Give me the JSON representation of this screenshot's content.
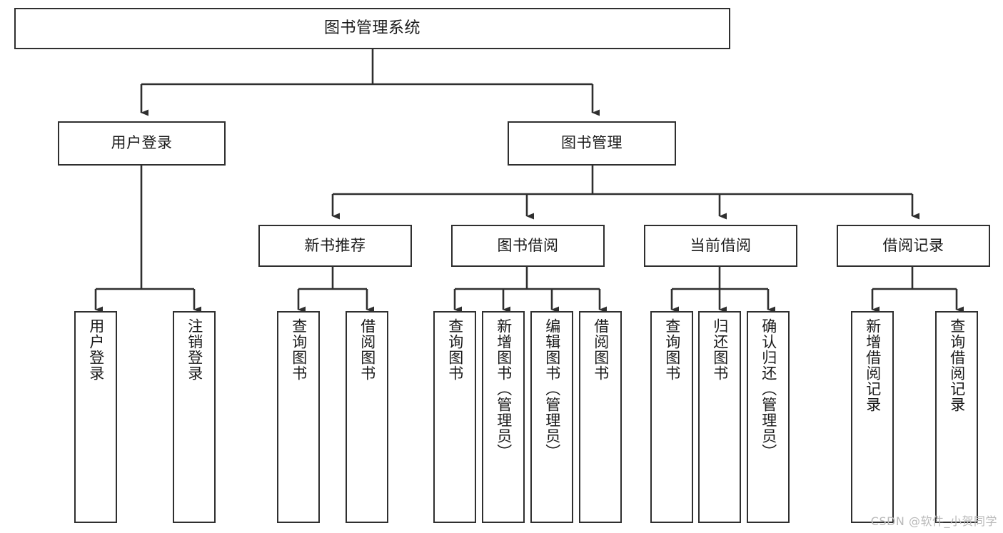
{
  "diagram": {
    "title": "图书管理系统",
    "type": "tree-hierarchy-chart",
    "line_color": "#2f2f2f",
    "box_fill": "#ffffff",
    "text_color": "#1a1a1a"
  },
  "nodes": {
    "root": {
      "label": "图书管理系统"
    },
    "level2": [
      {
        "label": "用户登录"
      },
      {
        "label": "图书管理"
      }
    ],
    "level3": [
      {
        "label": "新书推荐"
      },
      {
        "label": "图书借阅"
      },
      {
        "label": "当前借阅"
      },
      {
        "label": "借阅记录"
      }
    ],
    "leaves": {
      "user_login": [
        {
          "label": "用户登录"
        },
        {
          "label": "注销登录"
        }
      ],
      "new_book_recommend": [
        {
          "label": "查询图书"
        },
        {
          "label": "借阅图书"
        }
      ],
      "book_borrow": [
        {
          "label": "查询图书"
        },
        {
          "label": "新增图书（管理员）"
        },
        {
          "label": "编辑图书（管理员）"
        },
        {
          "label": "借阅图书"
        }
      ],
      "current_borrow": [
        {
          "label": "查询图书"
        },
        {
          "label": "归还图书"
        },
        {
          "label": "确认归还（管理员）"
        }
      ],
      "borrow_record": [
        {
          "label": "新增借阅记录"
        },
        {
          "label": "查询借阅记录"
        }
      ]
    }
  },
  "watermark": {
    "text": "CSDN @软件_小贺同学"
  }
}
